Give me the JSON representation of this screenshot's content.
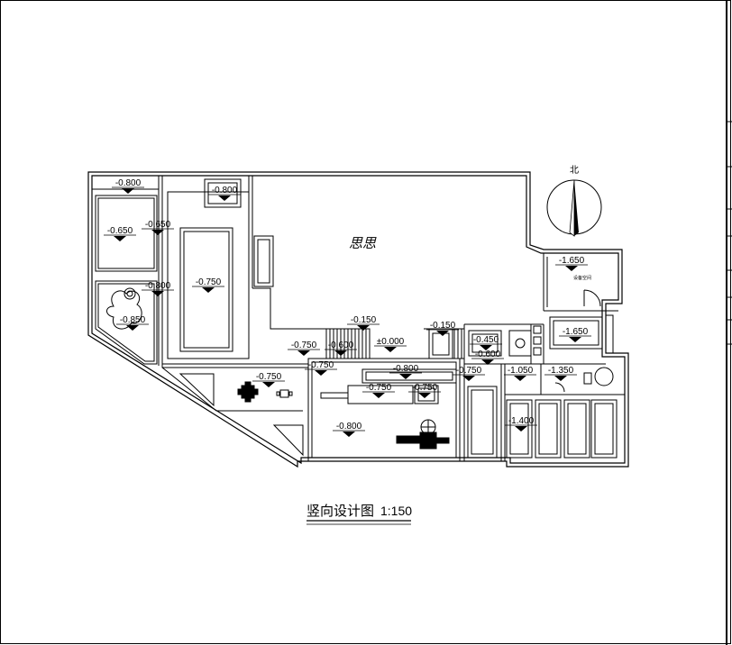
{
  "drawing": {
    "title": "竖向设计图",
    "scale": "1:150",
    "north_label": "北",
    "room_label": "思思",
    "equipment_note": "设备空间"
  },
  "elevations": [
    {
      "text": "-0.800"
    },
    {
      "text": "-0.800"
    },
    {
      "text": "-0.650"
    },
    {
      "text": "-0.650"
    },
    {
      "text": "-0.750"
    },
    {
      "text": "-0.800"
    },
    {
      "text": "-0.850"
    },
    {
      "text": "-1.650"
    },
    {
      "text": "-0.150"
    },
    {
      "text": "-0.150"
    },
    {
      "text": "-0.750"
    },
    {
      "text": "-0.600"
    },
    {
      "text": "±0.000"
    },
    {
      "text": "-0.450"
    },
    {
      "text": "-0.600"
    },
    {
      "text": "-1.650"
    },
    {
      "text": "-0.750"
    },
    {
      "text": "-0.800"
    },
    {
      "text": "-0.750"
    },
    {
      "text": "-0.750"
    },
    {
      "text": "-0.750"
    },
    {
      "text": "-1.050"
    },
    {
      "text": "-1.350"
    },
    {
      "text": "-0.750"
    },
    {
      "text": "-0.800"
    },
    {
      "text": "-1.400"
    }
  ]
}
